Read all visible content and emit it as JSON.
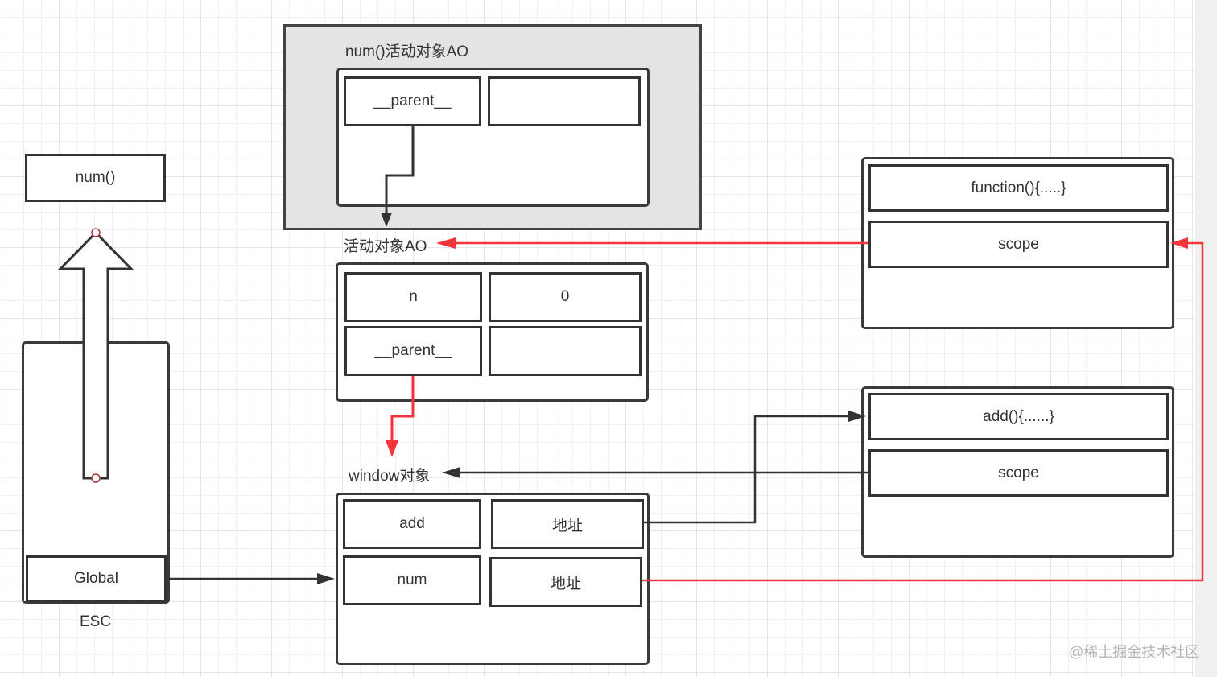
{
  "diagram": {
    "esc": {
      "label": "ESC",
      "stack_item": "Global",
      "pushed_item": "num()"
    },
    "num_ao_container": {
      "title": "num()活动对象AO",
      "cells": [
        "__parent__",
        ""
      ]
    },
    "active_object": {
      "label": "活动对象AO",
      "rows": [
        {
          "key": "n",
          "value": "0"
        },
        {
          "key": "__parent__",
          "value": ""
        }
      ]
    },
    "window_object": {
      "label": "window对象",
      "rows": [
        {
          "key": "add",
          "value": "地址"
        },
        {
          "key": "num",
          "value": "地址"
        }
      ]
    },
    "function_object": {
      "code": "function(){.....}",
      "scope": "scope"
    },
    "add_object": {
      "code": "add(){......}",
      "scope": "scope"
    },
    "colors": {
      "stroke": "#333333",
      "red_arrow": "#f0353b",
      "container_fill": "#e4e4e4",
      "grid": "#eeeeee"
    }
  },
  "watermark": "@稀土掘金技术社区"
}
